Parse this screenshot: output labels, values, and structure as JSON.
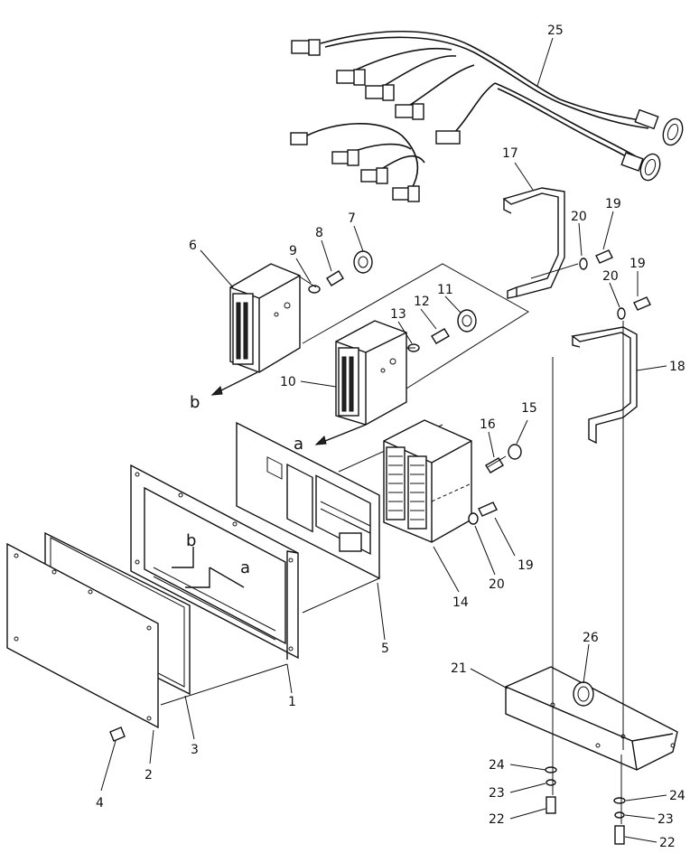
{
  "diagram": {
    "callouts": {
      "c1": "1",
      "c2": "2",
      "c3": "3",
      "c4": "4",
      "c5": "5",
      "c6": "6",
      "c7": "7",
      "c8": "8",
      "c9": "9",
      "c10": "10",
      "c11": "11",
      "c12": "12",
      "c13": "13",
      "c14": "14",
      "c15": "15",
      "c16": "16",
      "c17": "17",
      "c18": "18",
      "c19a": "19",
      "c19b": "19",
      "c19c": "19",
      "c20a": "20",
      "c20b": "20",
      "c20c": "20",
      "c21": "21",
      "c22a": "22",
      "c22b": "22",
      "c23a": "23",
      "c23b": "23",
      "c24a": "24",
      "c24b": "24",
      "c25": "25",
      "c26": "26"
    },
    "refs": {
      "a1": "a",
      "a2": "a",
      "b1": "b",
      "b2": "b"
    }
  }
}
